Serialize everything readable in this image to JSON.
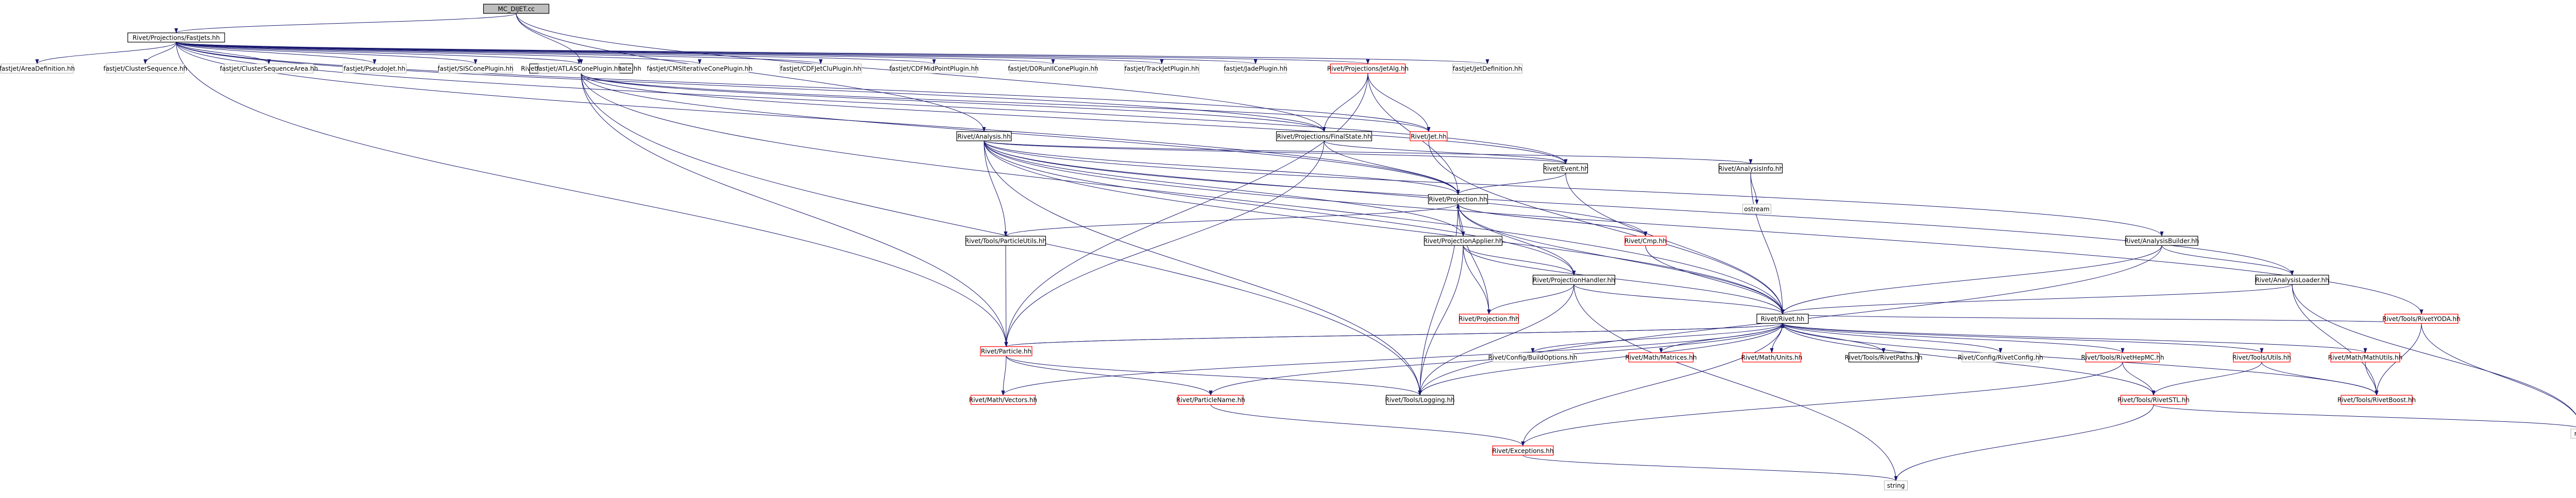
{
  "colors": {
    "edge": "#191970",
    "box_normal": "#000000",
    "box_external": "#bfbfbf",
    "box_red": "#ff0000",
    "root_fill": "#bfbfbf",
    "text": "#000000"
  },
  "nodes": [
    {
      "id": "root",
      "label": "MC_DIJET.cc",
      "kind": "root"
    },
    {
      "id": "fastjets",
      "label": "Rivet/Projections/FastJets.hh",
      "kind": "normal"
    },
    {
      "id": "chargedfs",
      "label": "Rivet/Projections/ChargedFinalState.hh",
      "kind": "normal"
    },
    {
      "id": "analysis",
      "label": "Rivet/Analysis.hh",
      "kind": "normal"
    },
    {
      "id": "areadef",
      "label": "fastjet/AreaDefinition.hh",
      "kind": "external"
    },
    {
      "id": "clusterseq",
      "label": "fastjet/ClusterSequence.hh",
      "kind": "external"
    },
    {
      "id": "clusterseqarea",
      "label": "fastjet/ClusterSequenceArea.hh",
      "kind": "external"
    },
    {
      "id": "pseudojet",
      "label": "fastjet/PseudoJet.hh",
      "kind": "external"
    },
    {
      "id": "siscone",
      "label": "fastjet/SISConePlugin.hh",
      "kind": "external"
    },
    {
      "id": "atlascone",
      "label": "fastjet/ATLASConePlugin.hh",
      "kind": "external"
    },
    {
      "id": "cmsiter",
      "label": "fastjet/CMSIterativeConePlugin.hh",
      "kind": "external"
    },
    {
      "id": "cdfjetclu",
      "label": "fastjet/CDFJetCluPlugin.hh",
      "kind": "external"
    },
    {
      "id": "cdfmid",
      "label": "fastjet/CDFMidPointPlugin.hh",
      "kind": "external"
    },
    {
      "id": "d0run",
      "label": "fastjet/D0RunIIConePlugin.hh",
      "kind": "external"
    },
    {
      "id": "trackjet",
      "label": "fastjet/TrackJetPlugin.hh",
      "kind": "external"
    },
    {
      "id": "jade",
      "label": "fastjet/JadePlugin.hh",
      "kind": "external"
    },
    {
      "id": "jetalg",
      "label": "Rivet/Projections/JetAlg.hh",
      "kind": "red"
    },
    {
      "id": "jetdef",
      "label": "fastjet/JetDefinition.hh",
      "kind": "external"
    },
    {
      "id": "jet",
      "label": "Rivet/Jet.hh",
      "kind": "red"
    },
    {
      "id": "finalstate",
      "label": "Rivet/Projections/FinalState.hh",
      "kind": "normal"
    },
    {
      "id": "event",
      "label": "Rivet/Event.hh",
      "kind": "normal"
    },
    {
      "id": "analysisinfo",
      "label": "Rivet/AnalysisInfo.hh",
      "kind": "normal"
    },
    {
      "id": "ostream",
      "label": "ostream",
      "kind": "external"
    },
    {
      "id": "projection",
      "label": "Rivet/Projection.hh",
      "kind": "normal"
    },
    {
      "id": "particleutils",
      "label": "Rivet/Tools/ParticleUtils.hh",
      "kind": "normal"
    },
    {
      "id": "projapplier",
      "label": "Rivet/ProjectionApplier.hh",
      "kind": "normal"
    },
    {
      "id": "cmp",
      "label": "Rivet/Cmp.hh",
      "kind": "red"
    },
    {
      "id": "analysisbuilder",
      "label": "Rivet/AnalysisBuilder.hh",
      "kind": "normal"
    },
    {
      "id": "projhandler",
      "label": "Rivet/ProjectionHandler.hh",
      "kind": "normal"
    },
    {
      "id": "analysisloader",
      "label": "Rivet/AnalysisLoader.hh",
      "kind": "normal"
    },
    {
      "id": "rivetyoda",
      "label": "Rivet/Tools/RivetYODA.hh",
      "kind": "red"
    },
    {
      "id": "projfhh",
      "label": "Rivet/Projection.fhh",
      "kind": "red"
    },
    {
      "id": "rivet",
      "label": "Rivet/Rivet.hh",
      "kind": "normal"
    },
    {
      "id": "particle",
      "label": "Rivet/Particle.hh",
      "kind": "red"
    },
    {
      "id": "buildoptions",
      "label": "Rivet/Config/BuildOptions.hh",
      "kind": "external"
    },
    {
      "id": "mathmatrices",
      "label": "Rivet/Math/Matrices.hh",
      "kind": "red"
    },
    {
      "id": "mathunits",
      "label": "Rivet/Math/Units.hh",
      "kind": "red"
    },
    {
      "id": "rivetpaths",
      "label": "Rivet/Tools/RivetPaths.hh",
      "kind": "normal"
    },
    {
      "id": "rivetconfig",
      "label": "Rivet/Config/RivetConfig.hh",
      "kind": "external"
    },
    {
      "id": "rivethepmc",
      "label": "Rivet/Tools/RivetHepMC.hh",
      "kind": "red"
    },
    {
      "id": "toolsutils",
      "label": "Rivet/Tools/Utils.hh",
      "kind": "red"
    },
    {
      "id": "mathutils",
      "label": "Rivet/Math/MathUtils.hh",
      "kind": "red"
    },
    {
      "id": "mathvectors",
      "label": "Rivet/Math/Vectors.hh",
      "kind": "red"
    },
    {
      "id": "particlename",
      "label": "Rivet/ParticleName.hh",
      "kind": "red"
    },
    {
      "id": "logging",
      "label": "Rivet/Tools/Logging.hh",
      "kind": "normal"
    },
    {
      "id": "rivetstl",
      "label": "Rivet/Tools/RivetSTL.hh",
      "kind": "red"
    },
    {
      "id": "rivetboost",
      "label": "Rivet/Tools/RivetBoost.hh",
      "kind": "red"
    },
    {
      "id": "map",
      "label": "map",
      "kind": "external"
    },
    {
      "id": "exceptions",
      "label": "Rivet/Exceptions.hh",
      "kind": "red"
    },
    {
      "id": "string",
      "label": "string",
      "kind": "external"
    }
  ],
  "edges": [
    [
      "root",
      "fastjets"
    ],
    [
      "root",
      "chargedfs"
    ],
    [
      "root",
      "analysis"
    ],
    [
      "root",
      "finalstate"
    ],
    [
      "fastjets",
      "areadef"
    ],
    [
      "fastjets",
      "clusterseq"
    ],
    [
      "fastjets",
      "clusterseqarea"
    ],
    [
      "fastjets",
      "pseudojet"
    ],
    [
      "fastjets",
      "siscone"
    ],
    [
      "fastjets",
      "atlascone"
    ],
    [
      "fastjets",
      "cmsiter"
    ],
    [
      "fastjets",
      "cdfjetclu"
    ],
    [
      "fastjets",
      "cdfmid"
    ],
    [
      "fastjets",
      "d0run"
    ],
    [
      "fastjets",
      "trackjet"
    ],
    [
      "fastjets",
      "jade"
    ],
    [
      "fastjets",
      "jetalg"
    ],
    [
      "fastjets",
      "jetdef"
    ],
    [
      "fastjets",
      "jet"
    ],
    [
      "fastjets",
      "finalstate"
    ],
    [
      "fastjets",
      "projection"
    ],
    [
      "fastjets",
      "particle"
    ],
    [
      "fastjets",
      "event"
    ],
    [
      "chargedfs",
      "finalstate"
    ],
    [
      "chargedfs",
      "jet"
    ],
    [
      "chargedfs",
      "event"
    ],
    [
      "chargedfs",
      "projection"
    ],
    [
      "chargedfs",
      "rivet"
    ],
    [
      "chargedfs",
      "particle"
    ],
    [
      "chargedfs",
      "logging"
    ],
    [
      "jetalg",
      "finalstate"
    ],
    [
      "jetalg",
      "jet"
    ],
    [
      "jetalg",
      "projection"
    ],
    [
      "jetalg",
      "particle"
    ],
    [
      "jet",
      "rivet"
    ],
    [
      "finalstate",
      "projection"
    ],
    [
      "finalstate",
      "particle"
    ],
    [
      "finalstate",
      "event"
    ],
    [
      "analysis",
      "event"
    ],
    [
      "analysis",
      "analysisinfo"
    ],
    [
      "analysis",
      "projection"
    ],
    [
      "analysis",
      "particleutils"
    ],
    [
      "analysis",
      "projapplier"
    ],
    [
      "analysis",
      "analysisbuilder"
    ],
    [
      "analysis",
      "analysisloader"
    ],
    [
      "analysis",
      "rivetyoda"
    ],
    [
      "analysis",
      "projhandler"
    ],
    [
      "analysis",
      "rivet"
    ],
    [
      "analysis",
      "logging"
    ],
    [
      "analysis",
      "cmp"
    ],
    [
      "event",
      "projection"
    ],
    [
      "event",
      "rivet"
    ],
    [
      "analysisinfo",
      "ostream"
    ],
    [
      "analysisinfo",
      "rivet"
    ],
    [
      "projection",
      "projapplier"
    ],
    [
      "projection",
      "projhandler"
    ],
    [
      "projection",
      "cmp"
    ],
    [
      "projection",
      "rivet"
    ],
    [
      "projection",
      "projfhh"
    ],
    [
      "projection",
      "logging"
    ],
    [
      "projection",
      "particleutils"
    ],
    [
      "particleutils",
      "particle"
    ],
    [
      "projapplier",
      "projhandler"
    ],
    [
      "projapplier",
      "projfhh"
    ],
    [
      "projapplier",
      "rivet"
    ],
    [
      "projapplier",
      "logging"
    ],
    [
      "cmp",
      "rivet"
    ],
    [
      "cmp",
      "projection"
    ],
    [
      "analysisbuilder",
      "analysisloader"
    ],
    [
      "analysisbuilder",
      "rivet"
    ],
    [
      "analysisbuilder",
      "logging"
    ],
    [
      "projhandler",
      "projfhh"
    ],
    [
      "projhandler",
      "rivet"
    ],
    [
      "projhandler",
      "logging"
    ],
    [
      "projhandler",
      "string"
    ],
    [
      "analysisloader",
      "rivet"
    ],
    [
      "analysisloader",
      "map"
    ],
    [
      "analysisloader",
      "rivetboost"
    ],
    [
      "rivetyoda",
      "rivet"
    ],
    [
      "rivetyoda",
      "rivetboost"
    ],
    [
      "rivetyoda",
      "map"
    ],
    [
      "rivet",
      "particle"
    ],
    [
      "rivet",
      "buildoptions"
    ],
    [
      "rivet",
      "mathmatrices"
    ],
    [
      "rivet",
      "mathunits"
    ],
    [
      "rivet",
      "rivetpaths"
    ],
    [
      "rivet",
      "rivetconfig"
    ],
    [
      "rivet",
      "rivethepmc"
    ],
    [
      "rivet",
      "toolsutils"
    ],
    [
      "rivet",
      "mathutils"
    ],
    [
      "rivet",
      "rivetboost"
    ],
    [
      "rivet",
      "rivetstl"
    ],
    [
      "rivet",
      "logging"
    ],
    [
      "rivet",
      "exceptions"
    ],
    [
      "rivet",
      "particlename"
    ],
    [
      "rivet",
      "mathvectors"
    ],
    [
      "particle",
      "rivet"
    ],
    [
      "particle",
      "mathvectors"
    ],
    [
      "particle",
      "particlename"
    ],
    [
      "particle",
      "logging"
    ],
    [
      "rivethepmc",
      "rivetstl"
    ],
    [
      "rivethepmc",
      "exceptions"
    ],
    [
      "toolsutils",
      "rivetstl"
    ],
    [
      "toolsutils",
      "rivetboost"
    ],
    [
      "mathutils",
      "rivetboost"
    ],
    [
      "particlename",
      "exceptions"
    ],
    [
      "rivetstl",
      "map"
    ],
    [
      "rivetstl",
      "string"
    ],
    [
      "exceptions",
      "string"
    ]
  ]
}
